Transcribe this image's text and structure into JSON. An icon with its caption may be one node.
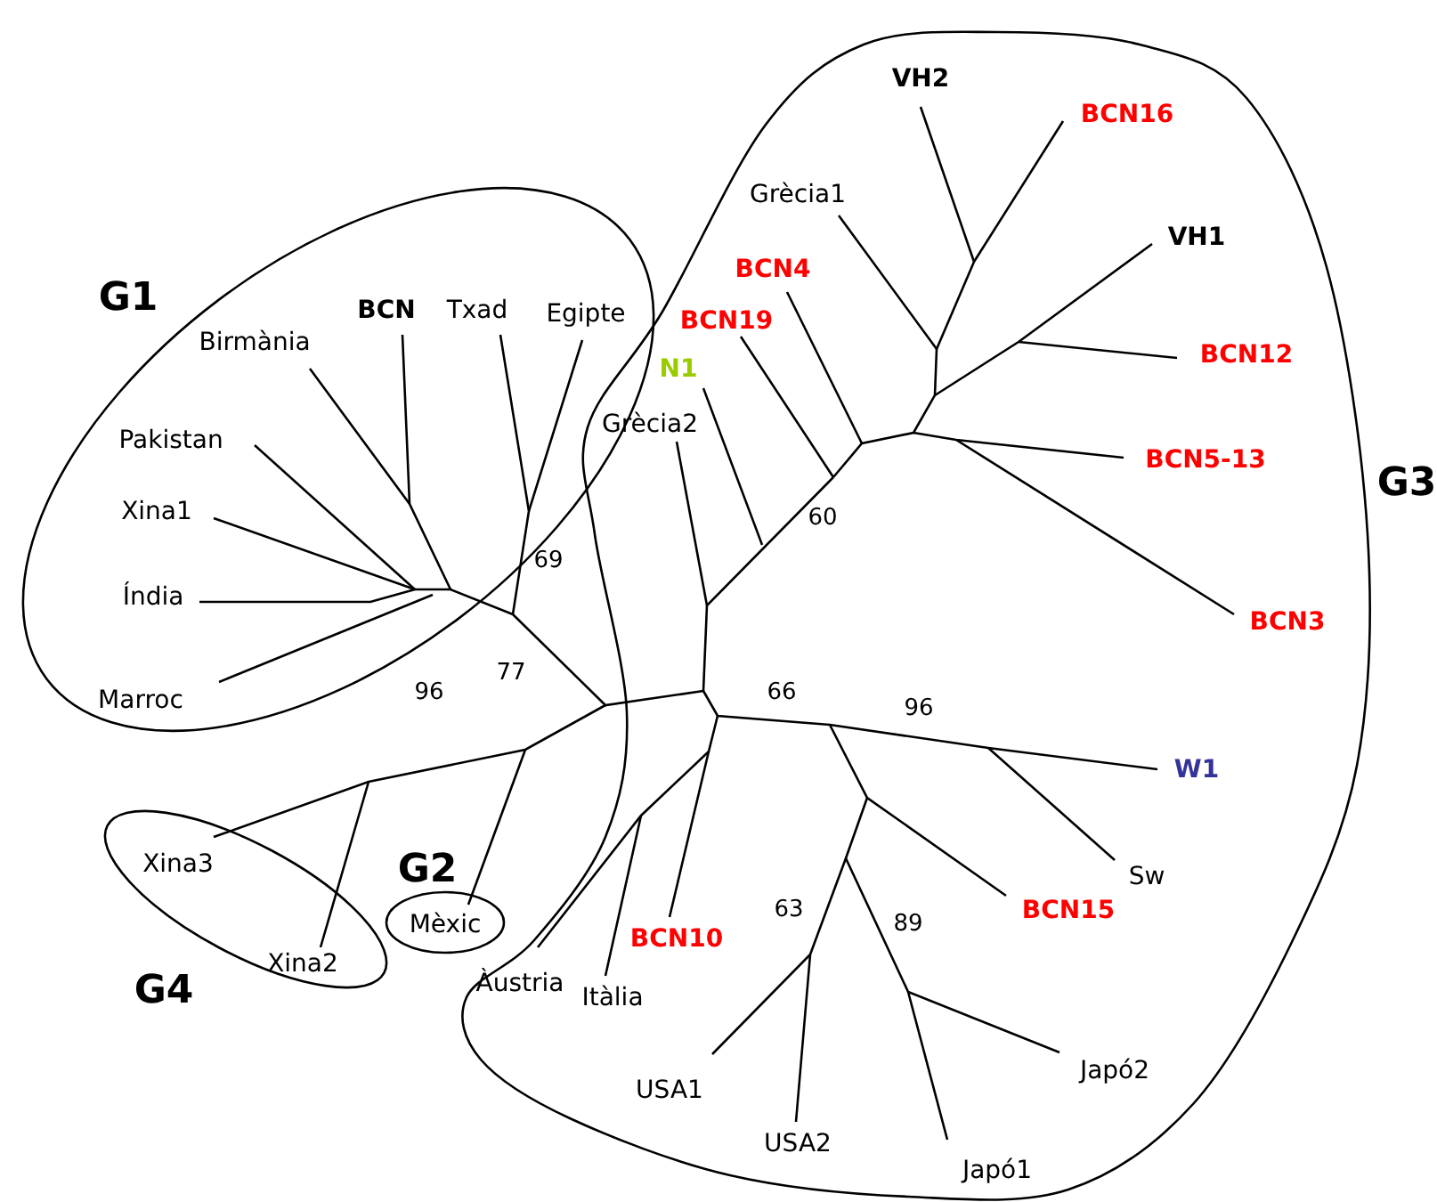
{
  "diagram": {
    "nodes": [
      {
        "text": [
          "G1"
        ]
      },
      {
        "text": [
          "G3"
        ]
      },
      {
        "text": [
          "G2"
        ]
      },
      {
        "text": [
          "G4"
        ]
      }
    ],
    "labels": [
      "VH2",
      "BCN16",
      "Grècia1",
      "VH1",
      "BCN4",
      "BCN",
      "Txad",
      "Egipte",
      "Birmània",
      "BCN19",
      "BCN12",
      "N1",
      "Grècia2",
      "BCN5-13",
      "Pakistan",
      "Xina1",
      "69",
      "60",
      "Índia",
      "BCN3",
      "77",
      "Marroc",
      "66",
      "96",
      "96",
      "W1",
      "Sw",
      "Xina3",
      "BCN15",
      "63",
      "89",
      "Mèxic",
      "Xina2",
      "BCN10",
      "Àustria",
      "Itàlia",
      "Japó2",
      "USA1",
      "USA2",
      "Japó1"
    ]
  }
}
